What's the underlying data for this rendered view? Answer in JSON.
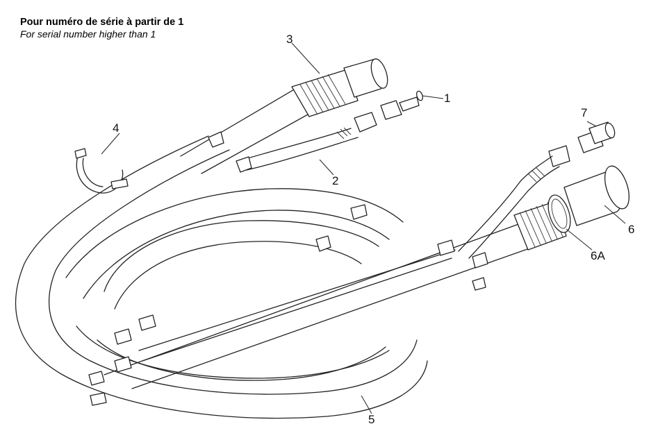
{
  "heading": {
    "french": "Pour numéro de série à partir de 1",
    "english": "For serial number higher than 1"
  },
  "callouts": {
    "c1": "1",
    "c2": "2",
    "c3": "3",
    "c4": "4",
    "c5": "5",
    "c6": "6",
    "c6a": "6A",
    "c7": "7"
  }
}
